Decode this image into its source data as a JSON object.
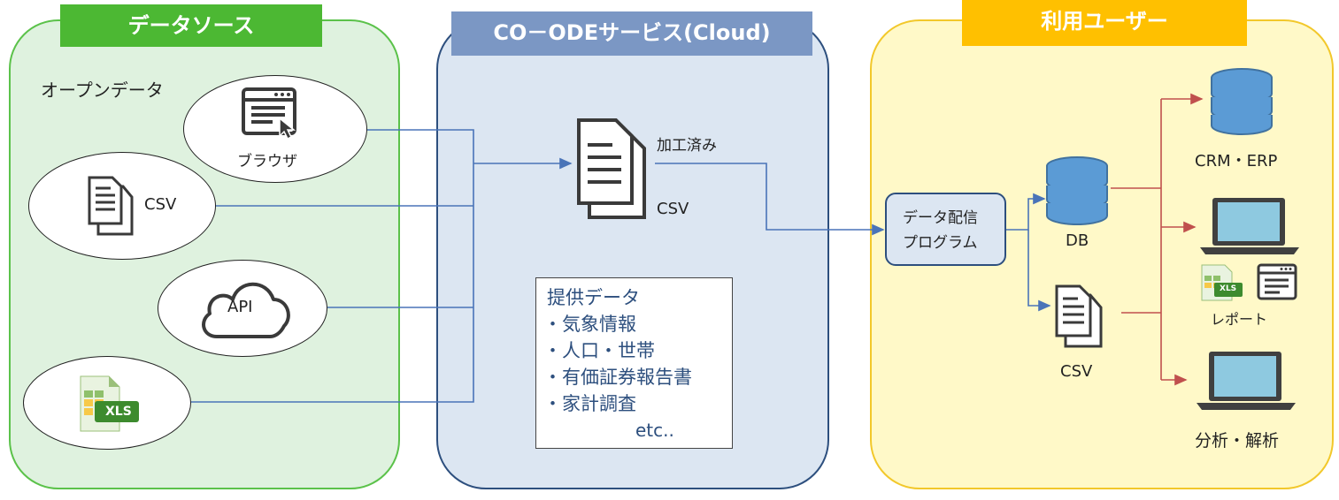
{
  "source_panel": {
    "header": "データソース",
    "section_label": "オープンデータ",
    "items": {
      "browser": "ブラウザ",
      "csv": "CSV",
      "api": "API",
      "xls": "XLS"
    }
  },
  "cloud_panel": {
    "header": "CO－ODEサービス(Cloud)",
    "processed_label": "加工済み",
    "csv_label": "CSV",
    "provided": {
      "title": "提供データ",
      "items": [
        "・気象情報",
        "・人口・世帯",
        "・有価証券報告書",
        "・家計調査"
      ],
      "etc": "etc.."
    }
  },
  "user_panel": {
    "header": "利用ユーザー",
    "program_label_line1": "データ配信",
    "program_label_line2": "プログラム",
    "db_label": "DB",
    "csv_label": "CSV",
    "crm_label": "CRM・ERP",
    "report_label": "レポート",
    "analysis_label": "分析・解析",
    "xls_text": "XLS"
  },
  "colors": {
    "source_fill": "#dff2df",
    "source_border": "#5bc24a",
    "source_header": "#4cb833",
    "cloud_fill": "#dce6f2",
    "cloud_border": "#2d4f7e",
    "cloud_header": "#7b97c4",
    "user_fill": "#fff9c8",
    "user_border": "#f2c82b",
    "user_header": "#ffc000",
    "blue_arrow": "#4a74b8",
    "red_arrow": "#c0504d"
  }
}
